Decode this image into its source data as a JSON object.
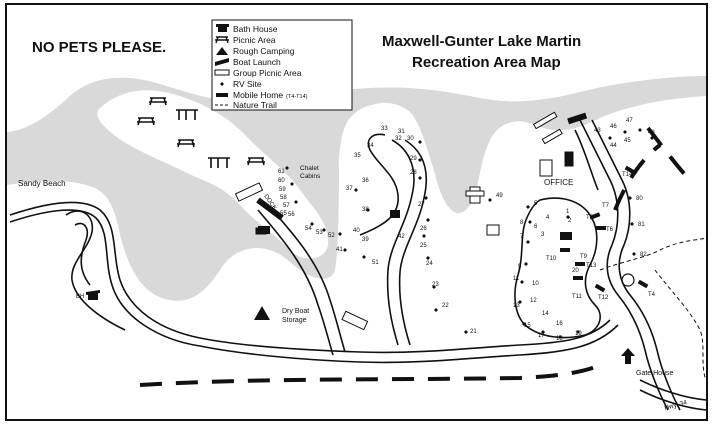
{
  "notice": "NO PETS PLEASE.",
  "title_line1": "Maxwell-Gunter Lake Martin",
  "title_line2": "Recreation Area Map",
  "legend": [
    {
      "icon": "bath-house-icon",
      "label": "Bath House"
    },
    {
      "icon": "picnic-area-icon",
      "label": "Picnic Area"
    },
    {
      "icon": "rough-camping-icon",
      "label": "Rough Camping"
    },
    {
      "icon": "boat-launch-icon",
      "label": "Boat Launch"
    },
    {
      "icon": "group-picnic-area-icon",
      "label": "Group Picnic Area"
    },
    {
      "icon": "rv-site-icon",
      "label": "RV Site"
    },
    {
      "icon": "mobile-home-icon",
      "label": "Mobile Home",
      "note": "(T4-T14)"
    },
    {
      "icon": "nature-trail-icon",
      "label": "Nature Trail"
    }
  ],
  "places": {
    "sandy_beach": "Sandy Beach",
    "chalet_1": "Chalet",
    "chalet_2": "Cabins",
    "dry_boat_1": "Dry Boat",
    "dry_boat_2": "Storage",
    "office": "OFFICE",
    "gate_house": "Gate House",
    "hwy": "Hwy. 34",
    "bh": "BH",
    "dock": "DOCK"
  },
  "sites": {
    "s1": "1",
    "s2": "2",
    "s3": "3",
    "s4": "4",
    "s5": "5",
    "s6": "6",
    "s7": "7",
    "s8": "8",
    "s9": "9",
    "s10": "10",
    "s11": "11",
    "s12": "12",
    "s13": "13",
    "s14": "14",
    "s15": "15",
    "s16": "16",
    "s17": "17",
    "s18": "18",
    "s19": "19",
    "s20": "20",
    "s21": "21",
    "s22": "22",
    "s23": "23",
    "s24": "24",
    "s25": "25",
    "s26": "26",
    "s27": "27",
    "s28": "28",
    "s29": "29",
    "s30": "30",
    "s31": "31",
    "s32": "32",
    "s33": "33",
    "s34": "34",
    "s35": "35",
    "s36": "36",
    "s37": "37",
    "s38": "38",
    "s39": "39",
    "s40": "40",
    "s41": "41",
    "s42": "42",
    "s43": "43",
    "s44": "44",
    "s45": "45",
    "s46": "46",
    "s47": "47",
    "s48": "48",
    "s49": "49",
    "s51": "51",
    "s52": "52",
    "s53": "53",
    "s54": "54",
    "s55": "55",
    "s56": "56",
    "s57": "57",
    "s58": "58",
    "s59": "59",
    "s60": "60",
    "s61": "61",
    "s80": "80",
    "s81": "81",
    "s82": "82",
    "t4": "T4",
    "t6": "T6",
    "t7": "T7",
    "t8": "T8",
    "t9": "T9",
    "t10": "T10",
    "t11": "T11",
    "t12": "T12",
    "t13": "T13",
    "t14": "T14"
  }
}
